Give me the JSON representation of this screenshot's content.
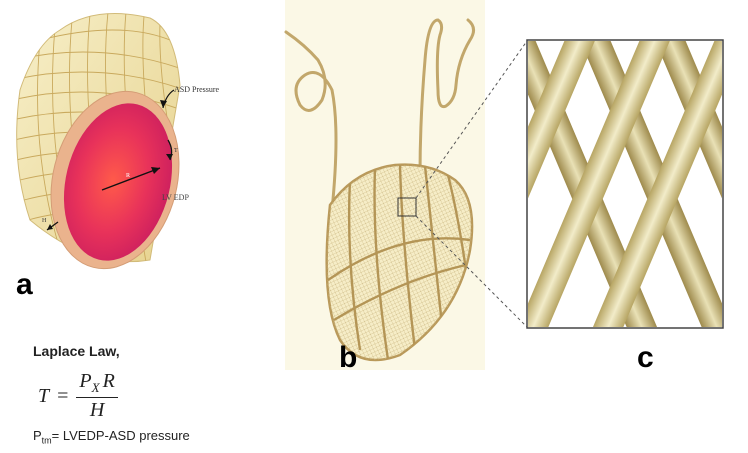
{
  "panels": {
    "a": {
      "letter": "a",
      "labels": {
        "asd_pressure": "ASD Pressure",
        "lvedp": "LV EDP",
        "radius": "R",
        "thickness": "H",
        "tension": "T"
      }
    },
    "b": {
      "letter": "b"
    },
    "c": {
      "letter": "c"
    }
  },
  "laplace": {
    "title": "Laplace Law,",
    "formula": {
      "lhs": "T",
      "eq": "=",
      "num_p": "P",
      "num_sub": "X",
      "num_r": "R",
      "den": "H"
    },
    "ptm": {
      "p": "P",
      "sub": "tm",
      "rest": "= LVEDP-ASD pressure"
    }
  },
  "colors": {
    "wire": "#c2a76b",
    "wire_light": "#e8dcae",
    "tube_fill": "#f3e7b6",
    "rim": "#e8b489",
    "lumen_outer": "#d9245e",
    "lumen_inner": "#ff5a4a",
    "panel_b_bg": "#fbf8e6"
  }
}
